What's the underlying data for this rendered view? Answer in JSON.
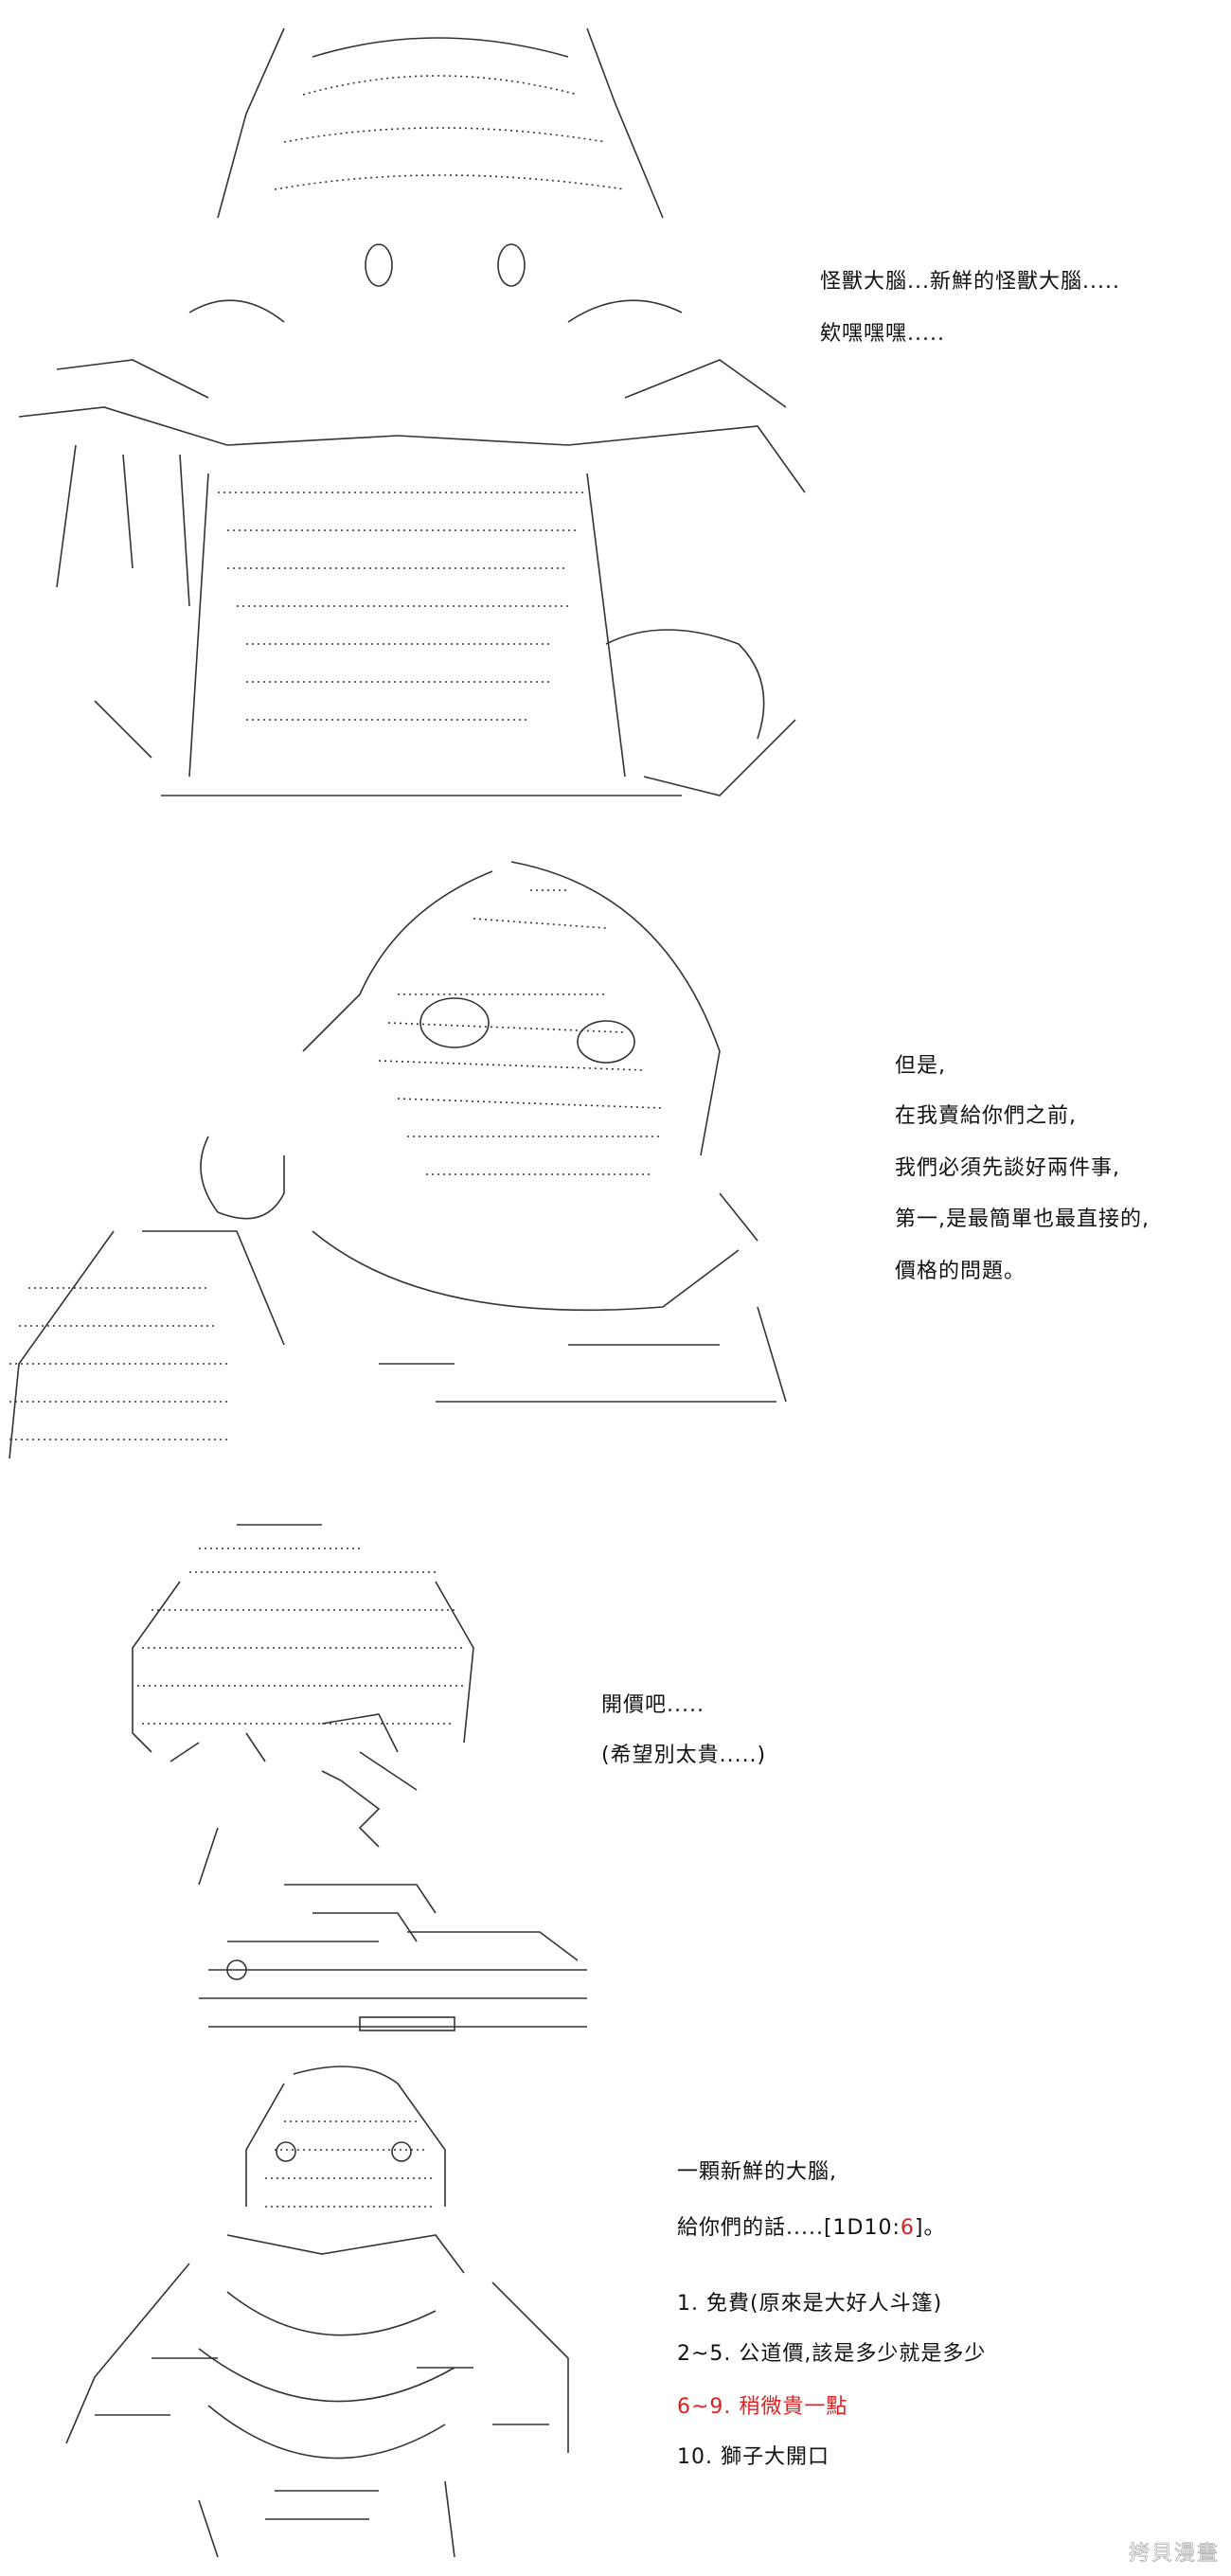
{
  "panel1": {
    "lines": [
      "怪獸大腦...新鮮的怪獸大腦.....",
      "欸嘿嘿嘿....."
    ]
  },
  "panel2": {
    "lines": [
      "但是,",
      "在我賣給你們之前,",
      "我們必須先談好兩件事,",
      "第一,是最簡單也最直接的,",
      "價格的問題。"
    ]
  },
  "panel3": {
    "lines": [
      "開價吧.....",
      "(希望別太貴.....)"
    ]
  },
  "panel4": {
    "line1": "一顆新鮮的大腦,",
    "line2_prefix": "給你們的話.....[1D10:",
    "dice_result": "6",
    "line2_suffix": "]。",
    "options": [
      {
        "text": "1. 免費(原來是大好人斗篷)",
        "highlighted": false
      },
      {
        "text": "2~5. 公道價,該是多少就是多少",
        "highlighted": false
      },
      {
        "text": "6~9. 稍微貴一點",
        "highlighted": true
      },
      {
        "text": "10. 獅子大開口",
        "highlighted": false
      }
    ]
  },
  "colors": {
    "highlight": "#e02020"
  },
  "watermark": "拷貝漫畫"
}
